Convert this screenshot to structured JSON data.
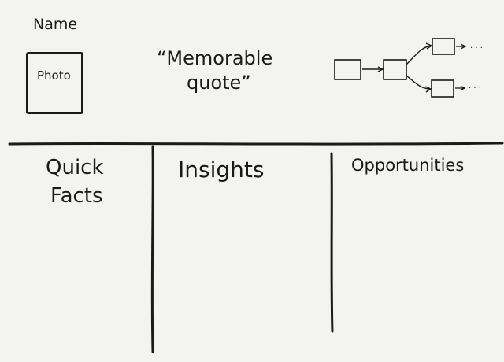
{
  "header": {
    "name_label": "Name",
    "photo_label": "Photo",
    "quote_line1": "“Memorable",
    "quote_line2": "quote”"
  },
  "flow": {
    "ellipsis_top": "· · ·",
    "ellipsis_bottom": "· · ·"
  },
  "columns": {
    "quick_facts_line1": "Quick",
    "quick_facts_line2": "Facts",
    "insights": "Insights",
    "opportunities": "Opportunities"
  },
  "colors": {
    "ink": "#1a1a1a",
    "background": "#f3f3f1"
  }
}
